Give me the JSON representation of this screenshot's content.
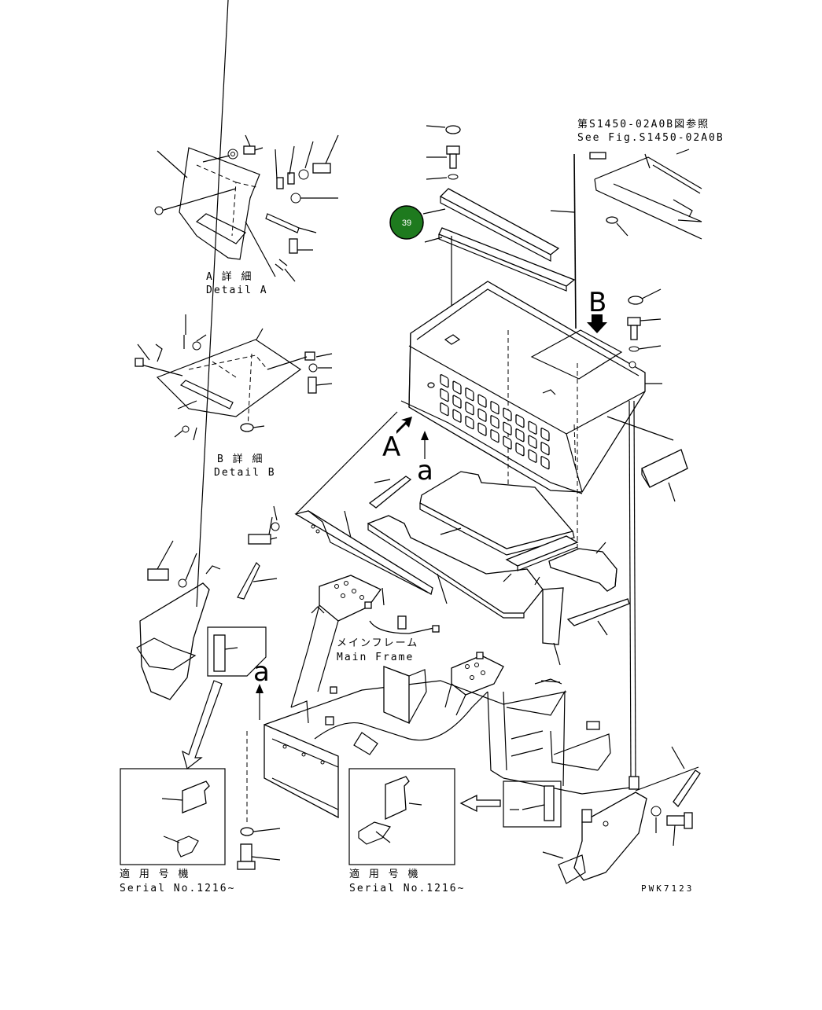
{
  "reference": {
    "line1": "第S1450-02A0B図参照",
    "line2": "See Fig.S1450-02A0B"
  },
  "details": {
    "a_jp": "A 詳 細",
    "a_en": "Detail A",
    "b_jp": "B 詳 細",
    "b_en": "Detail B"
  },
  "view_markers": {
    "a_upper": "A",
    "b_upper": "B",
    "a_lower_1": "a",
    "a_lower_2": "a"
  },
  "main_frame": {
    "jp": "メインフレーム",
    "en": "Main Frame"
  },
  "callout": {
    "number": "39",
    "color": "#1e7a1e"
  },
  "serial_notes": {
    "left_jp": "適 用 号 機",
    "left_en": "Serial No.1216~",
    "right_jp": "適 用 号 機",
    "right_en": "Serial No.1216~"
  },
  "drawing_code": "PWK7123"
}
